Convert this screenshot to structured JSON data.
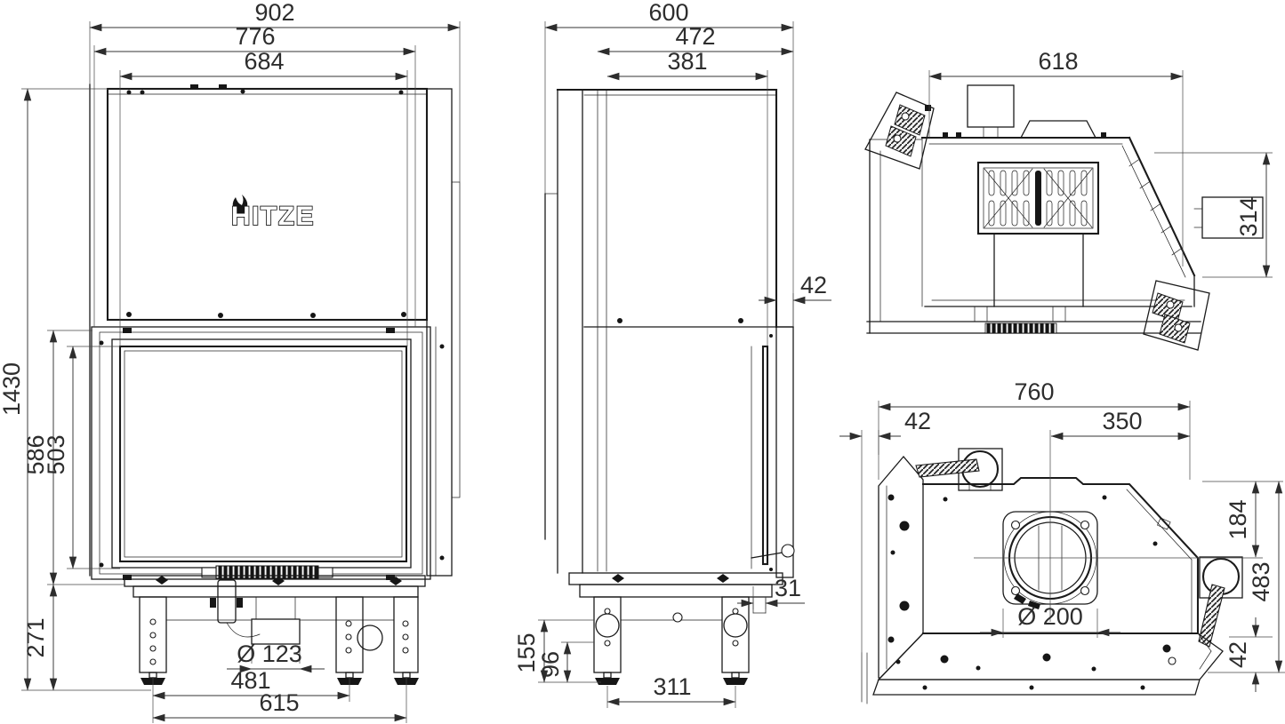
{
  "brand": {
    "logo_text": "HITZE",
    "logo_icon": "flame-icon"
  },
  "dims": {
    "front": {
      "overall_width": "902",
      "frame_width": "776",
      "glass_width": "684",
      "overall_height": "1430",
      "door_height": "586",
      "glass_height": "503",
      "base_height": "271",
      "intake_diameter": "Ø 123",
      "feet_span_inner": "481",
      "feet_span_outer": "615"
    },
    "side": {
      "overall_depth": "600",
      "inner_depth": "472",
      "glass_depth": "381",
      "front_offset": "42",
      "rear_offset": "31",
      "leg_height": "155",
      "leg_lower_height": "96",
      "feet_span": "311"
    },
    "section": {
      "inner_width": "618",
      "right_height": "314"
    },
    "top": {
      "overall_width": "760",
      "shield_offset": "42",
      "flue_to_right_edge": "350",
      "flue_center_depth": "184",
      "overall_depth": "483",
      "front_frame_depth": "42",
      "flue_diameter": "Ø 200"
    }
  }
}
